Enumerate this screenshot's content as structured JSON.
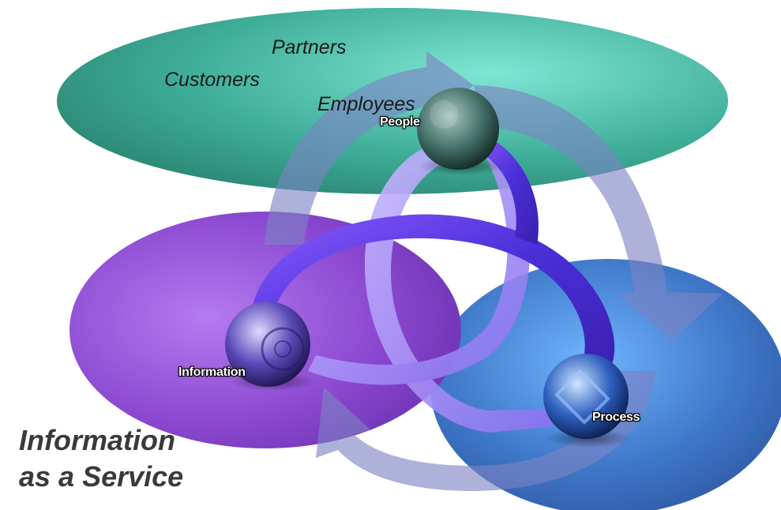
{
  "groups": {
    "partners": "Partners",
    "customers": "Customers",
    "employees": "Employees"
  },
  "spheres": {
    "people": "People",
    "information": "Information",
    "process": "Process"
  },
  "title": {
    "line1": "Information",
    "line2": "as a Service"
  },
  "colors": {
    "people_ellipse": "#3fae98",
    "information_ellipse": "#8a48d0",
    "process_ellipse": "#3f78c8",
    "cycle_arrow": "#7d82c4",
    "ribbon": "#5a3fe0"
  }
}
